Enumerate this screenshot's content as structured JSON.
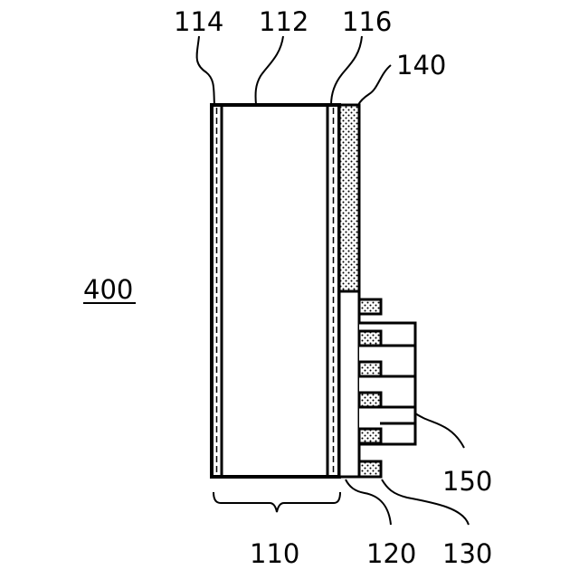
{
  "figure": {
    "device_label": "400",
    "labels": {
      "film_114": "114",
      "panel_112": "112",
      "film_116": "116",
      "layer_140": "140",
      "module_150": "150",
      "assembly_110": "110",
      "substrate_120": "120",
      "pads_130": "130"
    }
  }
}
